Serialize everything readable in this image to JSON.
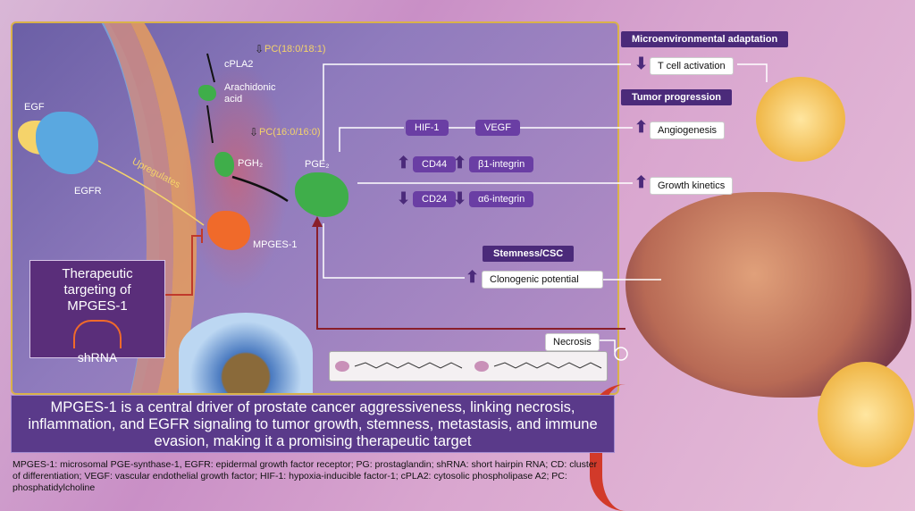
{
  "labels": {
    "egf": "EGF",
    "egfr": "EGFR",
    "upregulates": "Upregulates",
    "cpla2": "cPLA2",
    "pc_18": "PC(18:0/18:1)",
    "arachidonic": "Arachidonic\nacid",
    "pc_16": "PC(16:0/16:0)",
    "pgh2": "PGH₂",
    "pge2": "PGE₂",
    "mpges1": "MPGES-1",
    "shrna": "shRNA",
    "therapy": "Therapeutic targeting of MPGES-1",
    "necrosis": "Necrosis"
  },
  "markers": {
    "hif1": "HIF-1",
    "vegf": "VEGF",
    "cd44": "CD44",
    "b1": "β1-integrin",
    "cd24": "CD24",
    "a6": "α6-integrin"
  },
  "outcomes": {
    "micro_header": "Microenvironmental adaptation",
    "tcell": "T cell activation",
    "tumor_header": "Tumor progression",
    "angio": "Angiogenesis",
    "growth": "Growth kinetics",
    "stem_header": "Stemness/CSC",
    "clono": "Clonogenic potential"
  },
  "summary": "MPGES-1 is a central driver of prostate cancer aggressiveness, linking necrosis, inflammation, and EGFR signaling to tumor growth, stemness, metastasis, and immune evasion, making it a promising therapeutic target",
  "footnote": "MPGES-1: microsomal PGE-synthase-1, EGFR: epidermal growth factor receptor; PG: prostaglandin; shRNA: short hairpin RNA; CD: cluster of differentiation; VEGF: vascular endothelial growth factor; HIF-1: hypoxia-inducible factor-1; cPLA2: cytosolic phospholipase A2; PC: phosphatidylcholine",
  "colors": {
    "frame": "#d9b24a",
    "purple_box": "#6a3ea4",
    "header_box": "#4b2a7a",
    "arrow_red": "#8a1f2a",
    "molecule_green": "#3fae4a",
    "mpges_orange": "#f06a2a"
  }
}
